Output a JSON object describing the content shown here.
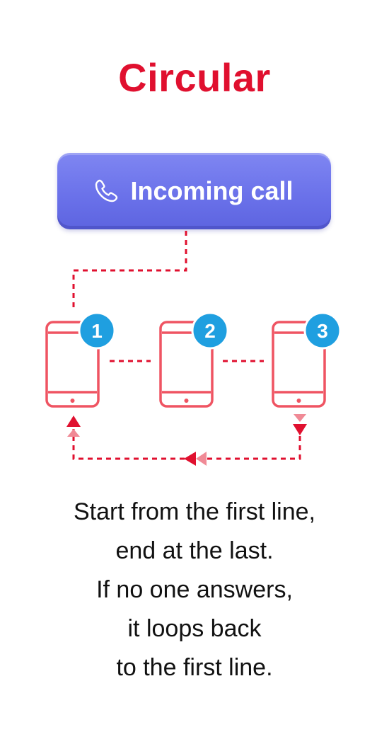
{
  "title": "Circular",
  "incoming_call": {
    "label": "Incoming call",
    "icon": "phone-icon",
    "color": "#6b72ea"
  },
  "lines": [
    {
      "number": "1"
    },
    {
      "number": "2"
    },
    {
      "number": "3"
    }
  ],
  "colors": {
    "accent": "#e0102f",
    "phone_outline": "#ef5462",
    "badge": "#1f9fe0",
    "arrow": "#e0102f",
    "arrow_light": "#f08a96"
  },
  "description": [
    "Start from the first line,",
    "end at the last.",
    "If no one answers,",
    "it loops back",
    "to the first line."
  ]
}
